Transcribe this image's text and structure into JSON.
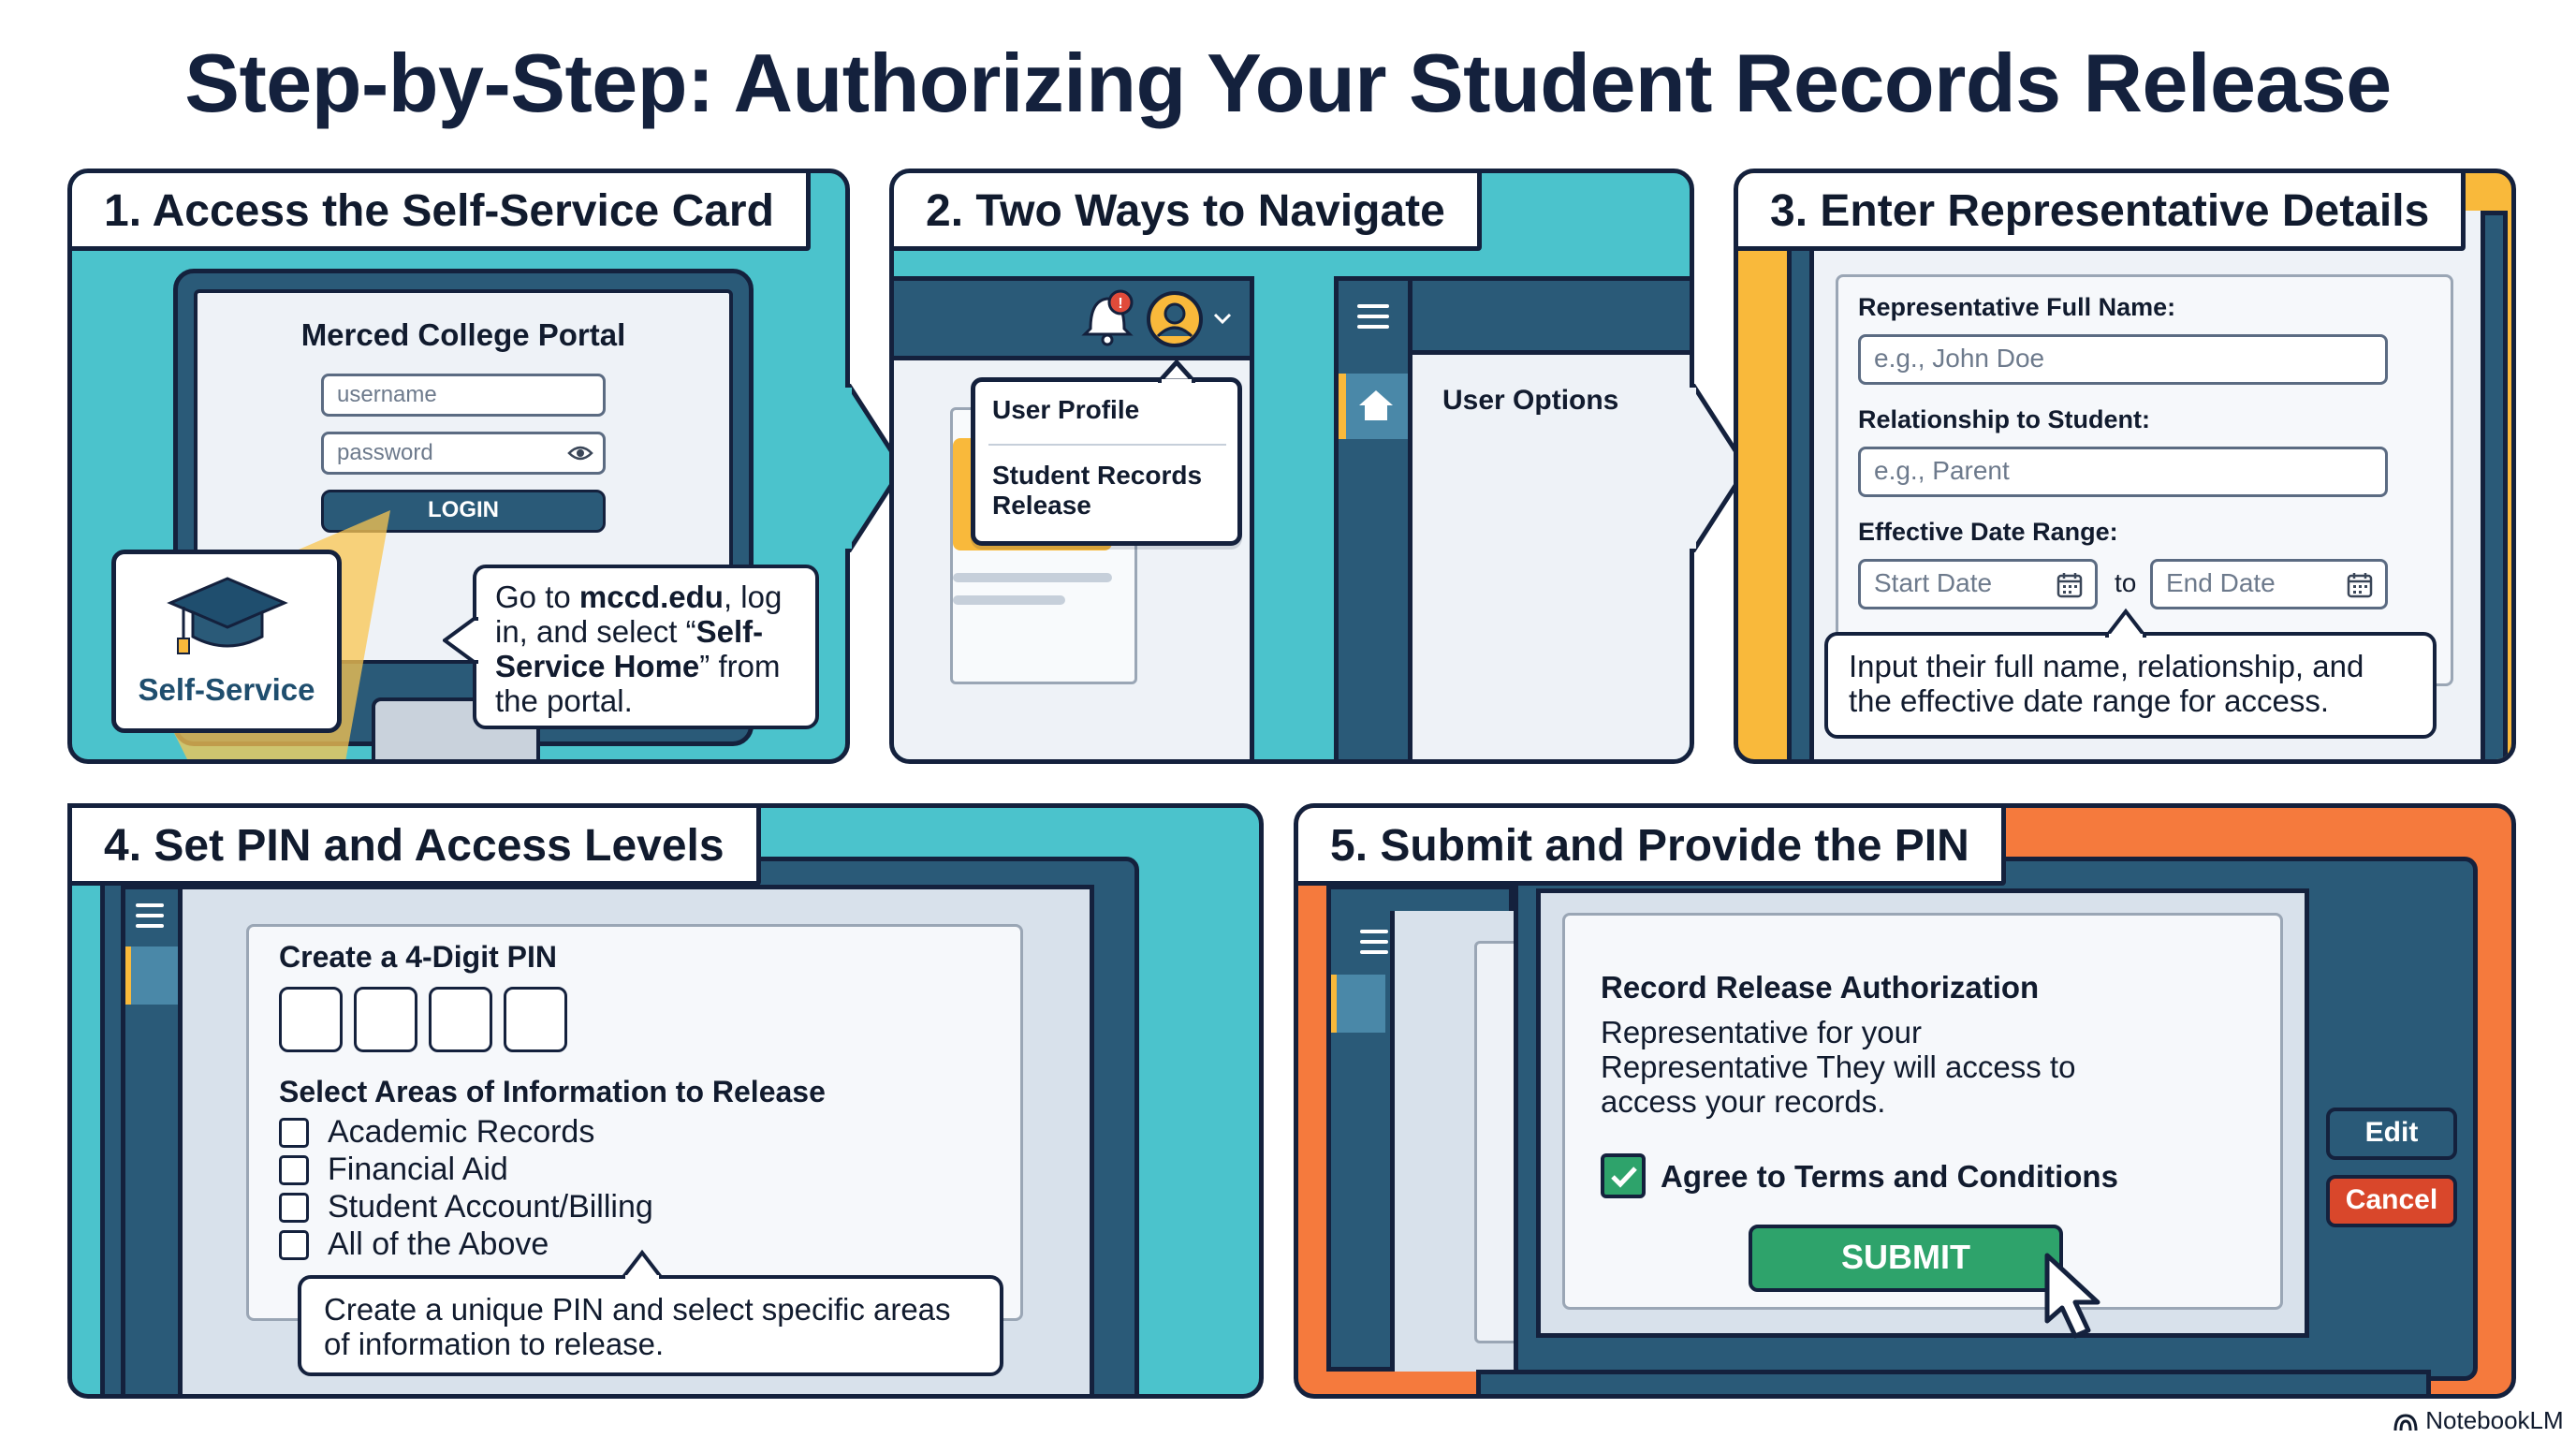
{
  "title": "Step-by-Step: Authorizing Your Student Records Release",
  "colors": {
    "teal": "#4bc3cc",
    "navy": "#14213d",
    "slate": "#2a5a78",
    "yellow": "#f9b93b",
    "orange": "#f57a3d",
    "green": "#2ea36b",
    "red": "#d9472b",
    "light": "#dfe7f0"
  },
  "step1": {
    "title": "1. Access the Self-Service Card",
    "portal_title": "Merced College Portal",
    "username_placeholder": "username",
    "password_placeholder": "password",
    "login_label": "LOGIN",
    "card_label": "Self-Service",
    "callout": {
      "prefix": "Go to ",
      "site": "mccd.edu",
      "mid": ", log in, and select “",
      "home": "Self-Service Home",
      "suffix": "” from the portal."
    },
    "icons": [
      "graduation-cap-icon",
      "eye-icon"
    ]
  },
  "step2": {
    "title": "2. Two Ways to Navigate",
    "menu_items": [
      "User Profile",
      "Student Records Release"
    ],
    "side_item": "User Options",
    "icons": [
      "bell-icon",
      "user-avatar-icon",
      "chevron-down-icon",
      "hamburger-menu-icon",
      "home-icon"
    ]
  },
  "step3": {
    "title": "3. Enter Representative Details",
    "name_label": "Representative Full Name:",
    "name_placeholder": "e.g., John Doe",
    "relation_label": "Relationship to Student:",
    "relation_placeholder": "e.g., Parent",
    "date_label": "Effective Date Range:",
    "start_placeholder": "Start Date",
    "to": "to",
    "end_placeholder": "End Date",
    "callout": "Input their full name, relationship, and the effective date range for access."
  },
  "step4": {
    "title": "4. Set PIN and Access Levels",
    "pin_label": "Create a 4-Digit PIN",
    "areas_label": "Select Areas of Information to Release",
    "options": [
      "Academic Records",
      "Financial Aid",
      "Student Account/Billing",
      "All of the Above"
    ],
    "callout": "Create a unique PIN and select specific areas of information to release."
  },
  "step5": {
    "title": "5. Submit and Provide the PIN",
    "form_title": "Record Release Authorization",
    "body": "Representative for your Representative They will access to access your records.",
    "agree": "Agree to Terms and Conditions",
    "submit": "SUBMIT",
    "edit": "Edit",
    "cancel": "Cancel"
  },
  "brand": "NotebookLM"
}
